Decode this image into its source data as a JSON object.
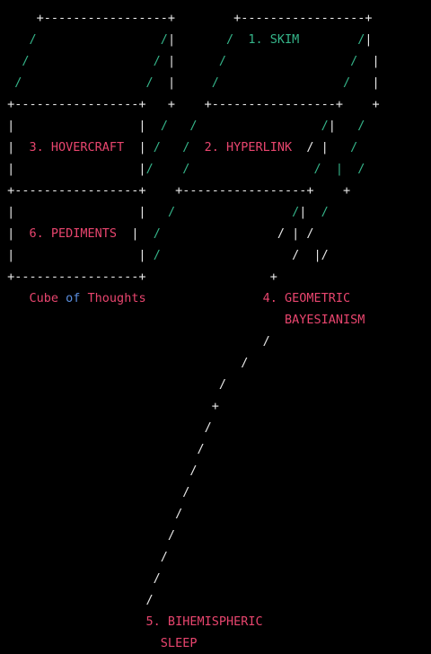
{
  "colors": {
    "white": "#e8e8e8",
    "green": "#35b58a",
    "pink": "#e8456e",
    "blue": "#5b8fe0"
  },
  "art": [
    [
      [
        "w",
        "     +-----------------+        +-----------------+"
      ]
    ],
    [
      [
        "g",
        "    /                 /"
      ],
      [
        "w",
        "|"
      ],
      [
        "g",
        "       /  1. SKIM        /"
      ],
      [
        "w",
        "|"
      ]
    ],
    [
      [
        "g",
        "   /                 /"
      ],
      [
        "w",
        " |"
      ],
      [
        "g",
        "      /                 /"
      ],
      [
        "w",
        "  |"
      ]
    ],
    [
      [
        "g",
        "  /                 /"
      ],
      [
        "w",
        "  |"
      ],
      [
        "g",
        "     /                 /"
      ],
      [
        "w",
        "   |"
      ]
    ],
    [
      [
        "w",
        " +-----------------+   +    +-----------------+    +"
      ]
    ],
    [
      [
        "w",
        " |                 |"
      ],
      [
        "g",
        "  /   /                 /"
      ],
      [
        "w",
        "|"
      ],
      [
        "g",
        "   /"
      ]
    ],
    [
      [
        "w",
        " |  "
      ],
      [
        "p",
        "3. HOVERCRAFT"
      ],
      [
        "w",
        "  |"
      ],
      [
        "g",
        " /   /  "
      ],
      [
        "p",
        "2. HYPERLINK"
      ],
      [
        "w",
        "  / |"
      ],
      [
        "g",
        "   /"
      ]
    ],
    [
      [
        "w",
        " |                 |"
      ],
      [
        "g",
        "/    /                 /  |  /"
      ]
    ],
    [
      [
        "w",
        " +-----------------+    +-----------------+    +"
      ]
    ],
    [
      [
        "w",
        " |                 |"
      ],
      [
        "g",
        "   /                "
      ],
      [
        "g",
        "/"
      ],
      [
        "w",
        "|"
      ],
      [
        "g",
        "  /"
      ]
    ],
    [
      [
        "w",
        " |  "
      ],
      [
        "p",
        "6. PEDIMENTS"
      ],
      [
        "w",
        "  |"
      ],
      [
        "g",
        "  /                "
      ],
      [
        "w",
        "/ | /"
      ]
    ],
    [
      [
        "w",
        " |                 |"
      ],
      [
        "g",
        " /                "
      ],
      [
        "w",
        "  /  |/"
      ]
    ],
    [
      [
        "w",
        " +-----------------+                 +"
      ]
    ],
    [
      [
        "p",
        "    Cube "
      ],
      [
        "b",
        "of"
      ],
      [
        "p",
        " Thoughts"
      ],
      [
        "p",
        "                4. GEOMETRIC"
      ]
    ],
    [
      [
        "p",
        "                                       BAYESIANISM"
      ]
    ],
    [
      [
        "w",
        "                                    /"
      ]
    ],
    [
      [
        "w",
        "                                 /"
      ]
    ],
    [
      [
        "w",
        "                              /"
      ]
    ],
    [
      [
        "w",
        "                             +"
      ]
    ],
    [
      [
        "w",
        "                            /"
      ]
    ],
    [
      [
        "w",
        "                           /"
      ]
    ],
    [
      [
        "w",
        "                          /"
      ]
    ],
    [
      [
        "w",
        "                         /"
      ]
    ],
    [
      [
        "w",
        "                        /"
      ]
    ],
    [
      [
        "w",
        "                       /"
      ]
    ],
    [
      [
        "w",
        "                      /"
      ]
    ],
    [
      [
        "w",
        "                     /"
      ]
    ],
    [
      [
        "w",
        "                    /"
      ]
    ],
    [
      [
        "p",
        "                    5. BIHEMISPHERIC"
      ]
    ],
    [
      [
        "p",
        "                      SLEEP"
      ]
    ]
  ]
}
